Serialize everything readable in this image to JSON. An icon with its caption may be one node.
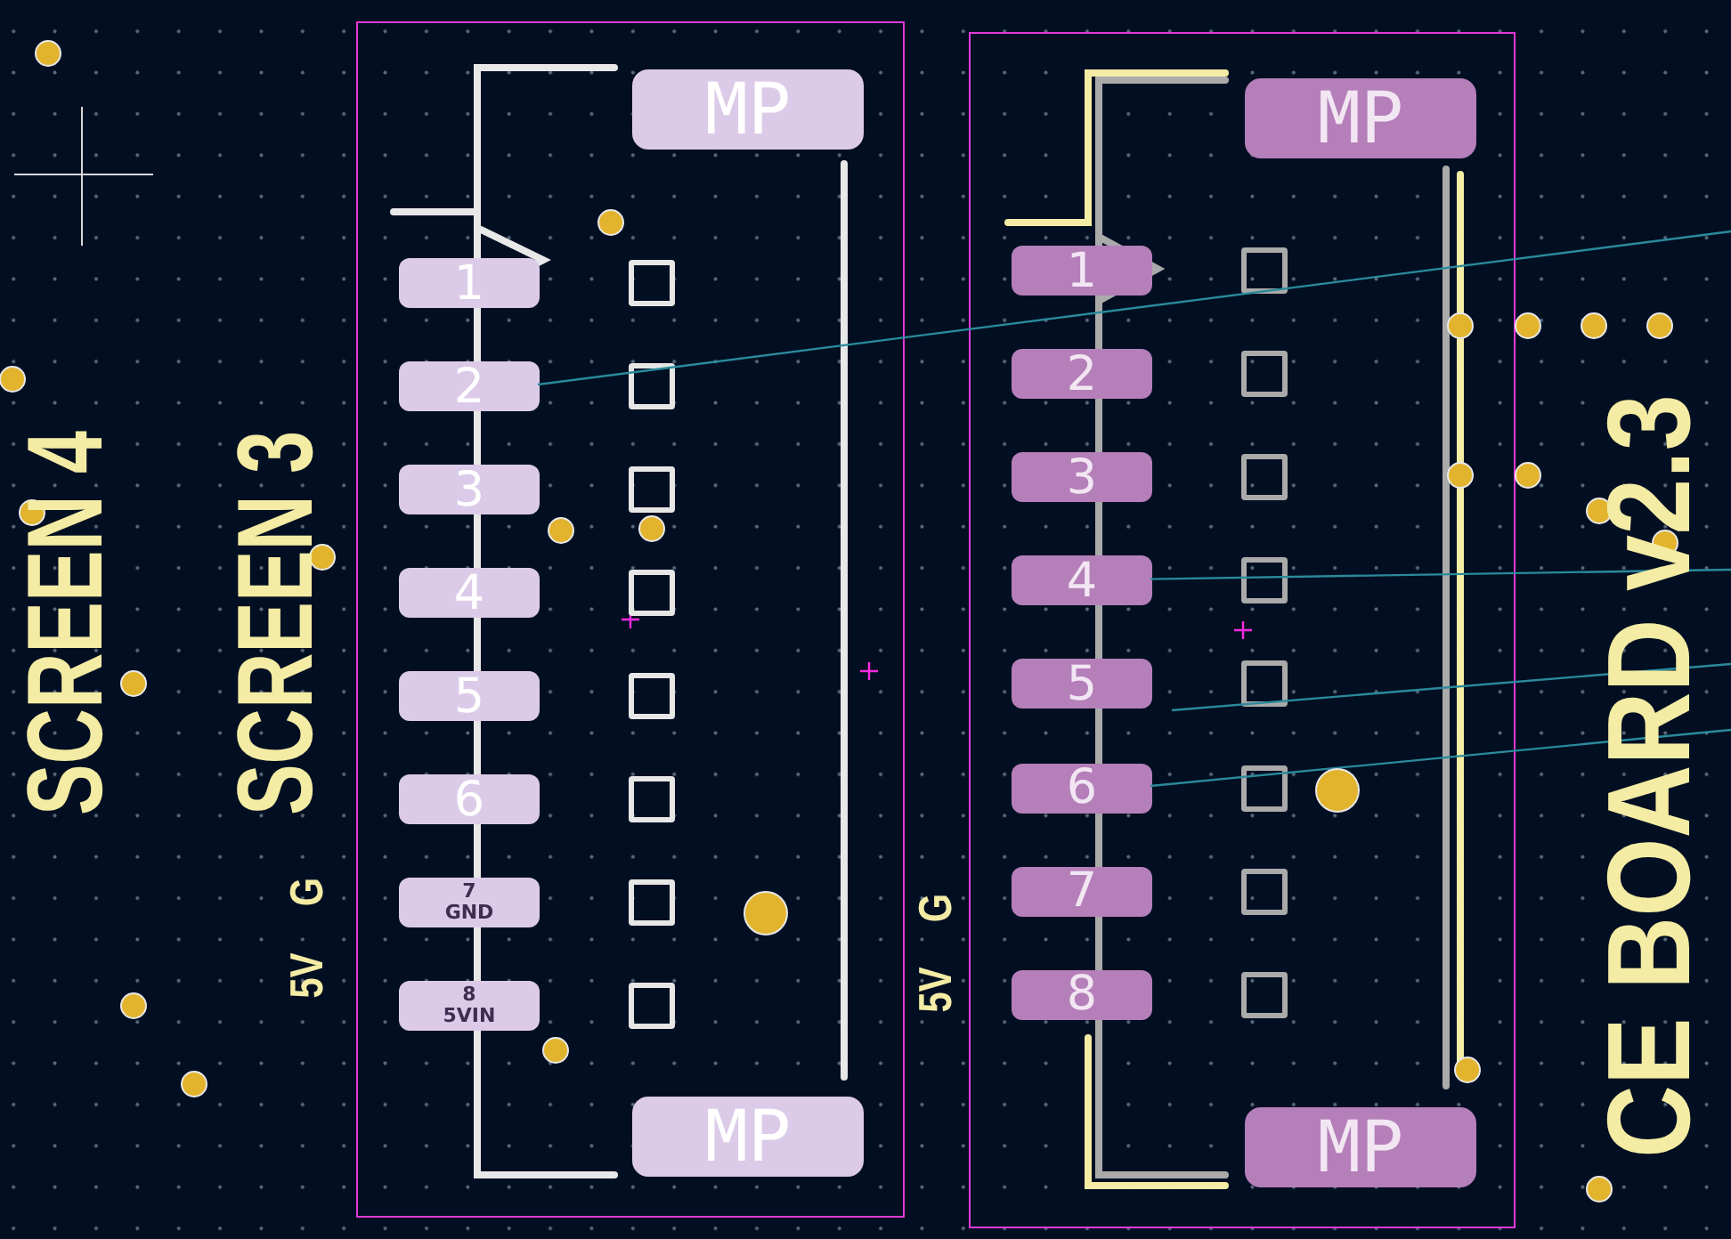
{
  "diagram": {
    "nodes": [
      {
        "text": [],
        "shape": "box"
      },
      {
        "text": [
          "MP"
        ],
        "in": 0
      },
      {
        "text": [
          "1"
        ],
        "in": 0
      },
      {
        "text": [],
        "shape": "box",
        "in": 0
      },
      {
        "text": [
          "2"
        ],
        "in": 0
      },
      {
        "text": [],
        "shape": "box",
        "in": 0
      },
      {
        "text": [
          "3"
        ],
        "in": 0
      },
      {
        "text": [],
        "shape": "box",
        "in": 0
      },
      {
        "text": [
          "4"
        ],
        "in": 0
      },
      {
        "text": [],
        "shape": "box",
        "in": 0
      },
      {
        "text": [
          "5"
        ],
        "in": 0
      },
      {
        "text": [],
        "shape": "box",
        "in": 0
      },
      {
        "text": [
          "6"
        ],
        "in": 0
      },
      {
        "text": [],
        "shape": "box",
        "in": 0
      },
      {
        "text": [
          "7",
          "GND"
        ],
        "in": 0
      },
      {
        "text": [],
        "shape": "box",
        "in": 0
      },
      {
        "text": [
          "8",
          "5VIN"
        ],
        "in": 0
      },
      {
        "text": [],
        "shape": "box",
        "in": 0
      },
      {
        "text": [
          "MP"
        ],
        "in": 0
      },
      {
        "text": [],
        "shape": "box"
      },
      {
        "text": [
          "MP"
        ],
        "in": 19
      },
      {
        "text": [
          "1"
        ],
        "in": 19
      },
      {
        "text": [],
        "shape": "box",
        "in": 19
      },
      {
        "text": [
          "2"
        ],
        "in": 19
      },
      {
        "text": [],
        "shape": "box",
        "in": 19
      },
      {
        "text": [
          "3"
        ],
        "in": 19
      },
      {
        "text": [],
        "shape": "box",
        "in": 19
      },
      {
        "text": [
          "4"
        ],
        "in": 19
      },
      {
        "text": [],
        "shape": "box",
        "in": 19
      },
      {
        "text": [
          "5"
        ],
        "in": 19
      },
      {
        "text": [],
        "shape": "box",
        "in": 19
      },
      {
        "text": [
          "6"
        ],
        "in": 19
      },
      {
        "text": [],
        "shape": "box",
        "in": 19
      },
      {
        "text": [
          "7"
        ],
        "in": 19
      },
      {
        "text": [],
        "shape": "box",
        "in": 19
      },
      {
        "text": [
          "8"
        ],
        "in": 19
      },
      {
        "text": [],
        "shape": "box",
        "in": 19
      },
      {
        "text": [
          "MP"
        ],
        "in": 19
      }
    ],
    "edges": [
      {
        "from": 4,
        "to": null,
        "arrow": "none"
      },
      {
        "from": 27,
        "to": null,
        "arrow": "none"
      },
      {
        "from": 31,
        "to": null,
        "arrow": "none"
      }
    ],
    "labels": [
      "SCREEN 4",
      "SCREEN 3",
      "5V",
      "G",
      "5V",
      "G",
      "CE BOARD v2.3"
    ]
  }
}
